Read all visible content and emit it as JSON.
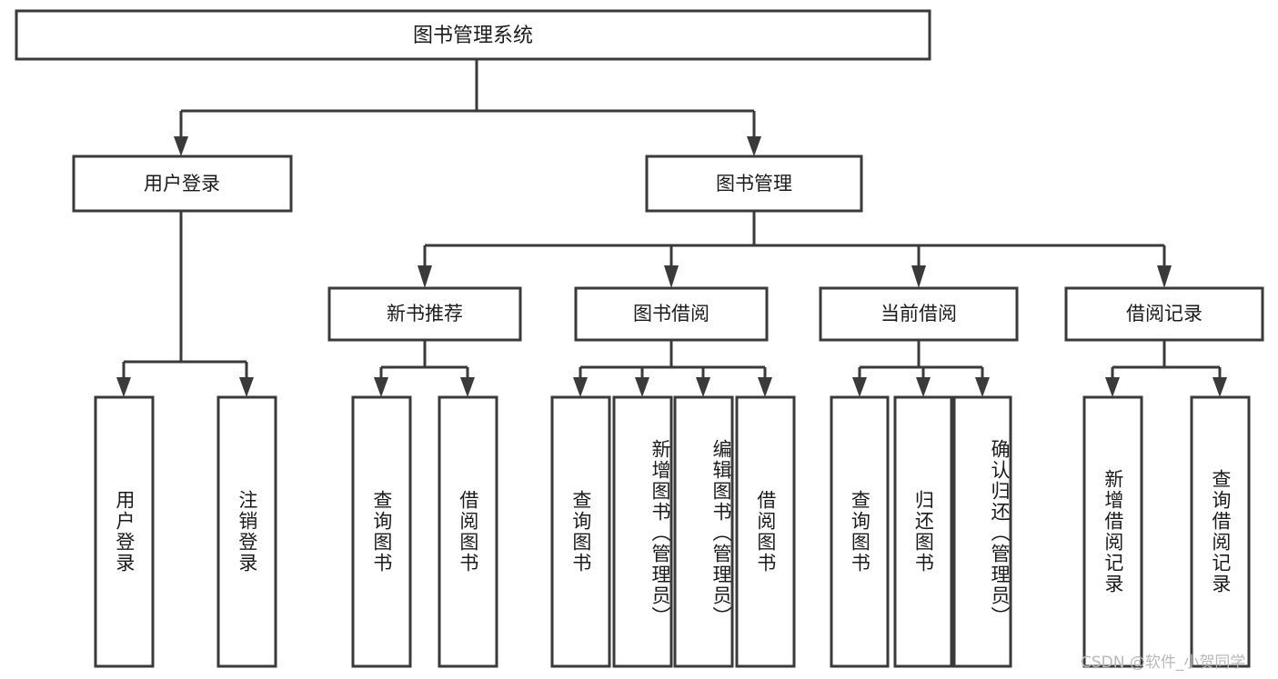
{
  "diagram": {
    "title": "图书管理系统",
    "type": "hierarchy-tree",
    "watermark": "CSDN @软件_小贺同学",
    "colors": {
      "stroke": "#3a3a3a",
      "box_fill": "#ffffff",
      "text": "#1b1b1b",
      "background": "#ffffff",
      "watermark": "#b9b9b9"
    },
    "root": {
      "label": "图书管理系统"
    },
    "level1": [
      {
        "label": "用户登录"
      },
      {
        "label": "图书管理"
      }
    ],
    "level2": [
      {
        "label": "新书推荐"
      },
      {
        "label": "图书借阅"
      },
      {
        "label": "当前借阅"
      },
      {
        "label": "借阅记录"
      }
    ],
    "leaves_user_login": [
      {
        "label": "用户登录"
      },
      {
        "label": "注销登录"
      }
    ],
    "leaves_new_books": [
      {
        "label": "查询图书"
      },
      {
        "label": "借阅图书"
      }
    ],
    "leaves_borrow": [
      {
        "label": "查询图书"
      },
      {
        "label": "新增图书（管理员）"
      },
      {
        "label": "编辑图书（管理员）"
      },
      {
        "label": "借阅图书"
      }
    ],
    "leaves_current": [
      {
        "label": "查询图书"
      },
      {
        "label": "归还图书"
      },
      {
        "label": "确认归还（管理员）"
      }
    ],
    "leaves_records": [
      {
        "label": "新增借阅记录"
      },
      {
        "label": "查询借阅记录"
      }
    ]
  }
}
